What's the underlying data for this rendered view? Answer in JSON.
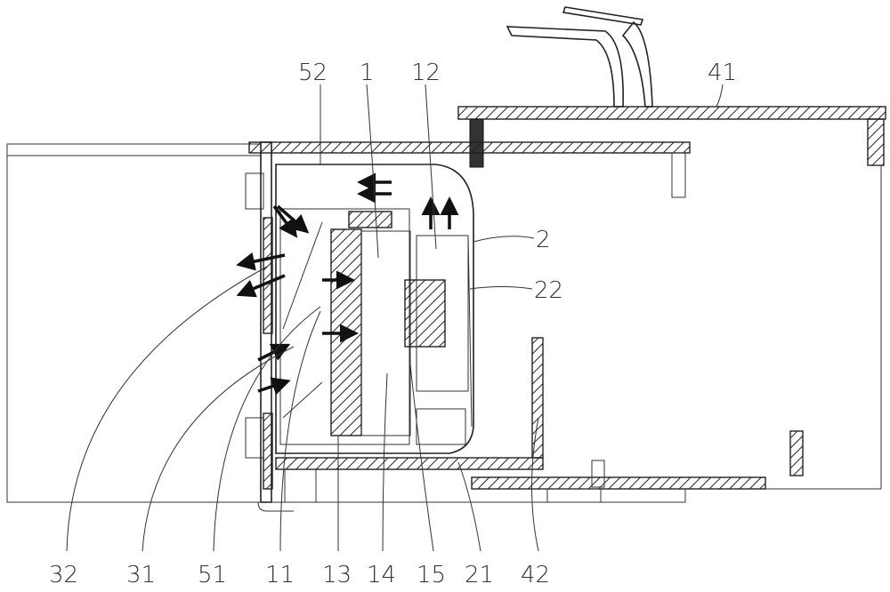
{
  "figure": {
    "labels": {
      "l52": "52",
      "l1": "1",
      "l12": "12",
      "l41": "41",
      "l2": "2",
      "l22": "22",
      "l32": "32",
      "l31": "31",
      "l51": "51",
      "l11": "11",
      "l13": "13",
      "l14": "14",
      "l15": "15",
      "l21": "21",
      "l42": "42"
    }
  }
}
